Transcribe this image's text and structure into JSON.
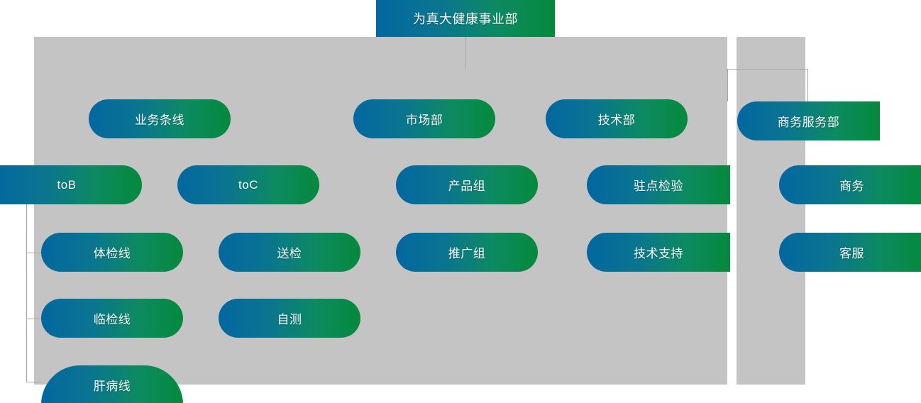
{
  "diagram": {
    "type": "org-chart",
    "title": "为真大健康事业部",
    "background_color": "#ffffff",
    "panel_color": "#c4c4c4",
    "connector_color": "#a6a6a6",
    "node_gradient_start": "#0367a0",
    "node_gradient_end": "#05893c",
    "node_text_color": "#ffffff"
  },
  "root": {
    "label": "为真大健康事业部"
  },
  "branches": [
    {
      "label": "业务条线",
      "children": [
        {
          "label": "toB",
          "children": [
            {
              "label": "体检线"
            },
            {
              "label": "临检线"
            },
            {
              "label": "肝病线"
            }
          ]
        },
        {
          "label": "toC",
          "children": [
            {
              "label": "送检"
            },
            {
              "label": "自测"
            }
          ]
        }
      ]
    },
    {
      "label": "市场部",
      "children": [
        {
          "label": "产品组"
        },
        {
          "label": "推广组"
        }
      ]
    },
    {
      "label": "技术部",
      "children": [
        {
          "label": "驻点检验"
        },
        {
          "label": "技术支持"
        }
      ]
    },
    {
      "label": "商务服务部",
      "children": [
        {
          "label": "商务"
        },
        {
          "label": "客服"
        }
      ]
    }
  ],
  "nodes": {
    "root": "为真大健康事业部",
    "yewutiaoxian": "业务条线",
    "shichangbu": "市场部",
    "jishubu": "技术部",
    "shangwufuwubu": "商务服务部",
    "tob": "toB",
    "toc": "toC",
    "chanpinzu": "产品组",
    "zhudianjianyan": "驻点检验",
    "shangwu": "商务",
    "tijianxian": "体检线",
    "songjian": "送检",
    "tuiguangzu": "推广组",
    "jishuzhichi": "技术支持",
    "kefu": "客服",
    "linjianxian": "临检线",
    "zice": "自测",
    "ganbingxian": "肝病线"
  }
}
